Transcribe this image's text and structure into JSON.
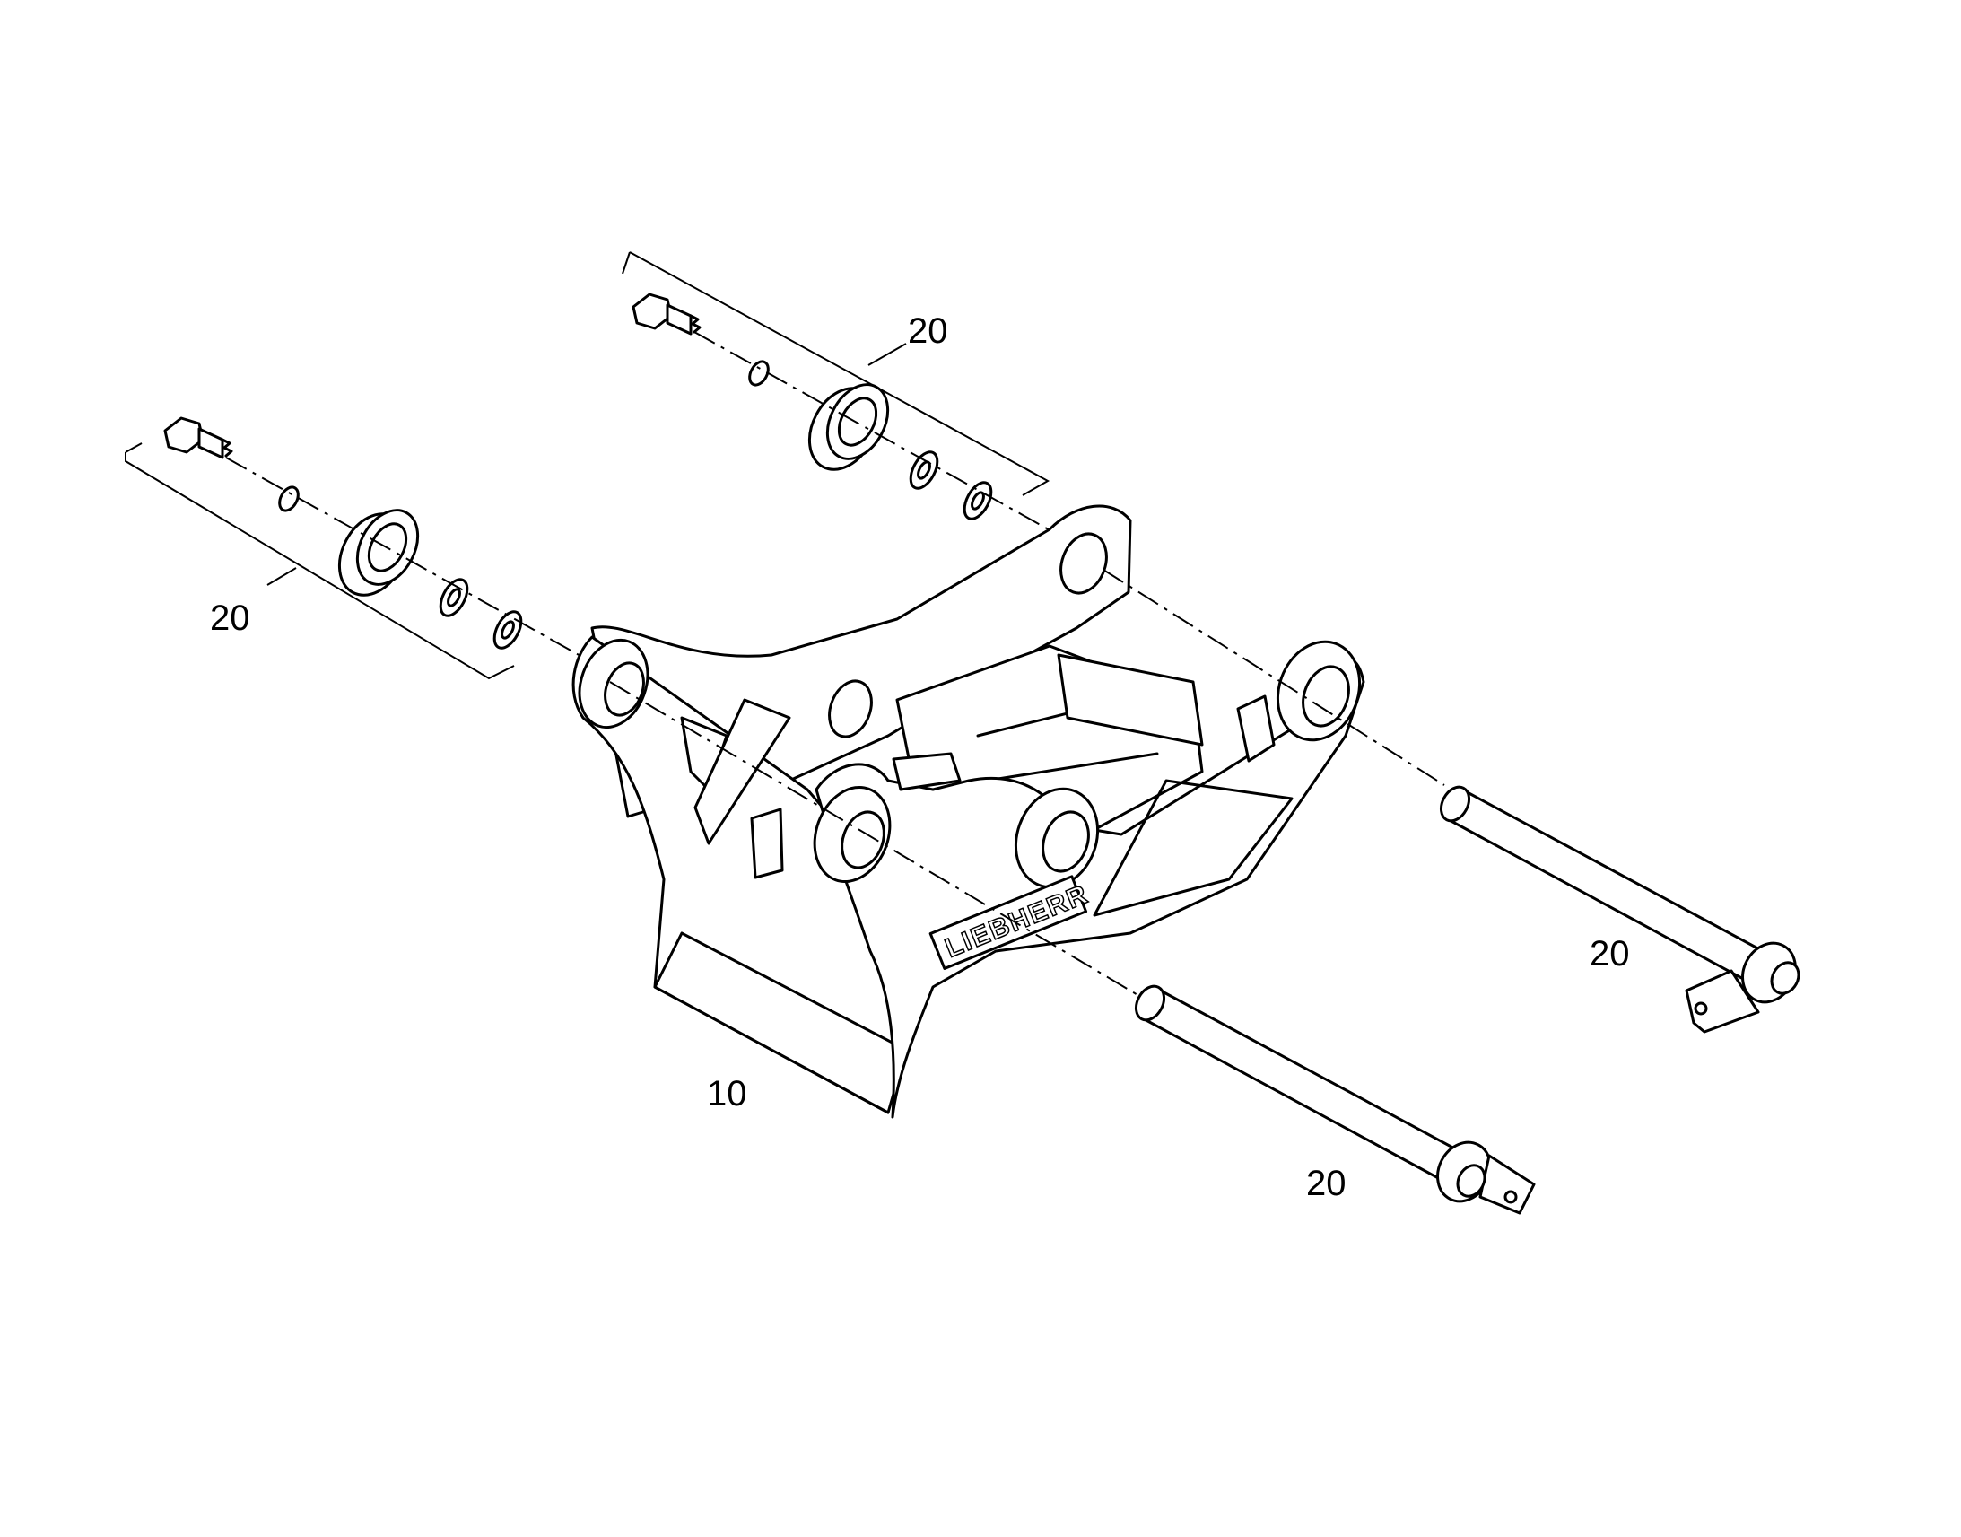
{
  "diagram": {
    "callouts": [
      {
        "id": "callout-20-top",
        "label": "20"
      },
      {
        "id": "callout-20-left",
        "label": "20"
      },
      {
        "id": "callout-20-right-pin",
        "label": "20"
      },
      {
        "id": "callout-20-bottom-pin",
        "label": "20"
      },
      {
        "id": "callout-10-frame",
        "label": "10"
      }
    ],
    "brand_marking": "LIEBHERR"
  }
}
